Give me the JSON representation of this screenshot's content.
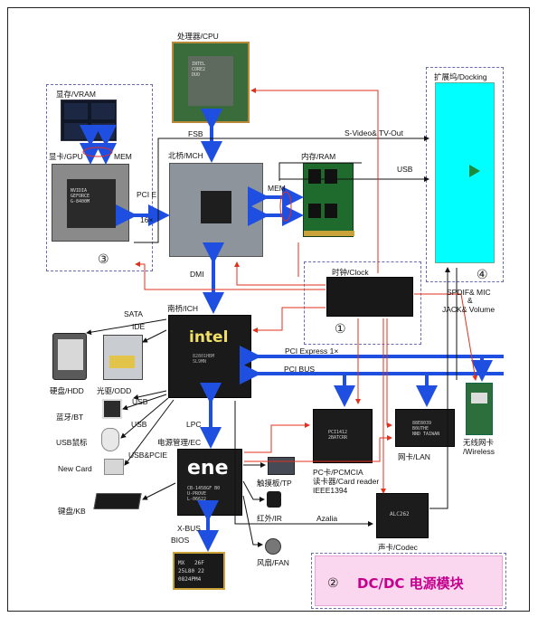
{
  "labels": {
    "cpu": "处理器/CPU",
    "vram": "显存/VRAM",
    "gpu": "显卡/GPU",
    "gpu_mem": "MEM",
    "northbridge": "北桥/MCH",
    "ram": "内存/RAM",
    "docking": "扩展坞/Docking",
    "fsb": "FSB",
    "svideo": "S-Video& TV-Out",
    "usb_dock": "USB",
    "mem_link": "MEM",
    "pcie": "PCI E",
    "pcie_16x": "16×",
    "dmi": "DMI",
    "clock": "时钟/Clock",
    "spdif": "SPDIF& MIC",
    "ampersand": "&",
    "jack": "JACK& Volume",
    "sata": "SATA",
    "ide": "IDE",
    "southbridge": "南桥/ICH",
    "hdd": "硬盘/HDD",
    "odd": "光驱/ODD",
    "usb1": "USB",
    "bt": "蓝牙/BT",
    "usb2": "USB",
    "lpc": "LPC",
    "usb_mouse": "USB鼠标",
    "ec": "电源管理/EC",
    "usb_pcie": "USB&PCIE",
    "newcard": "New Card",
    "kb": "键盘/KB",
    "pci_express": "PCI Express 1×",
    "pci_bus": "PCI BUS",
    "card_reader_1": "PC卡/PCMCIA",
    "card_reader_2": "读卡器/Card reader",
    "card_reader_3": "IEEE1394",
    "lan": "网卡/LAN",
    "wireless_1": "无线网卡",
    "wireless_2": "/Wireless",
    "tp": "触摸板/TP",
    "ir": "红外/IR",
    "fan": "风扇/FAN",
    "xbus": "X-BUS",
    "bios": "BIOS",
    "azalia": "Azalia",
    "codec": "声卡/Codec",
    "dcdc": "DC/DC 电源模块"
  },
  "circled": {
    "one": "①",
    "two": "②",
    "three": "③",
    "four": "④"
  },
  "chip_marks": {
    "cpu": "INTEL\nCORE2\nDUO",
    "gpu": "NVIDIA\nGEFORCE\nG-8400M",
    "intel": "intel",
    "ich_sub": "82801HBM\nSL9MN",
    "ene": "ene",
    "ene_sub": "CB-1458GF B0\nU-PROVE\nL-06622",
    "bios_text": "MX   26F\n25L80 22\n0824PM4",
    "pcmcia": "PCI1412\n2BATCRR",
    "lan": "88E8039\nB0UTHE\nNND TAIWAN",
    "codec": "ALC262"
  },
  "colors": {
    "blue_bus": "#1f4fe0",
    "red_line": "#e0301e",
    "black_line": "#111111",
    "dash_box": "#6a6ab0",
    "docking_fill": "#00ffff",
    "dcdc_fill": "#fbd7ef",
    "dcdc_text": "#c4008c"
  }
}
